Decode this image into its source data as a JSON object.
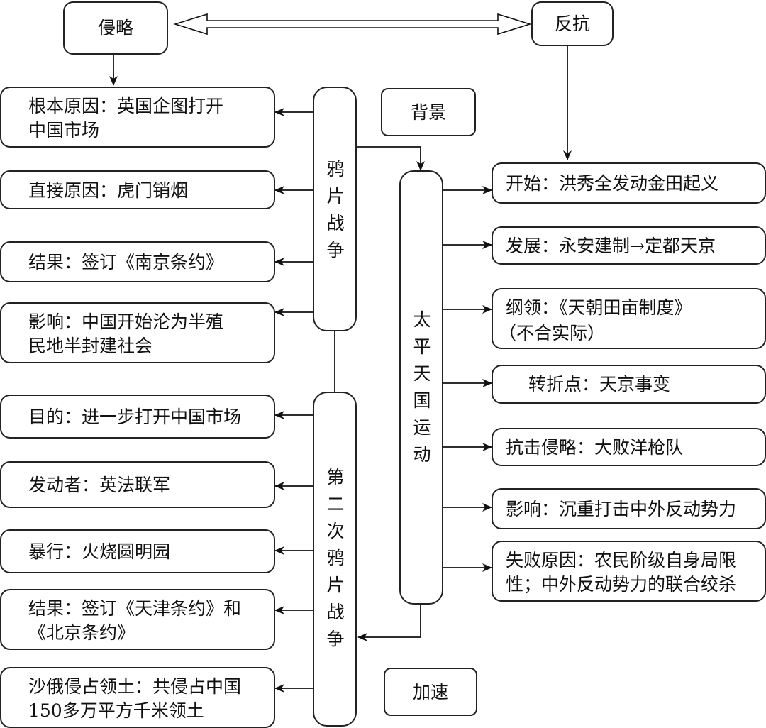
{
  "top": {
    "aggression": "侵略",
    "resistance": "反抗"
  },
  "labels": {
    "background": "背景",
    "accelerate": "加速"
  },
  "opium_war": {
    "title": "鸦片战争",
    "items": [
      {
        "line1": "根本原因：英国企图打开",
        "line2": "中国市场"
      },
      {
        "line1": "直接原因：虎门销烟",
        "line2": ""
      },
      {
        "line1": "结果：签订《南京条约》",
        "line2": ""
      },
      {
        "line1": "影响：中国开始沦为半殖",
        "line2": "民地半封建社会"
      }
    ]
  },
  "second_opium_war": {
    "title": "第二次鸦片战争",
    "items": [
      {
        "line1": "目的：进一步打开中国市场",
        "line2": ""
      },
      {
        "line1": "发动者：英法联军",
        "line2": ""
      },
      {
        "line1": "暴行：火烧圆明园",
        "line2": ""
      },
      {
        "line1": "结果：签订《天津条约》和",
        "line2": "《北京条约》"
      },
      {
        "line1": "沙俄侵占领土：共侵占中国",
        "line2": "150多万平方千米领土"
      }
    ]
  },
  "taiping": {
    "title": "太平天国运动",
    "items": [
      {
        "line1": "开始：洪秀全发动金田起义",
        "line2": ""
      },
      {
        "line1": "发展：永安建制→定都天京",
        "line2": ""
      },
      {
        "line1": "纲领：《天朝田亩制度》",
        "line2": "（不合实际）"
      },
      {
        "line1": "转折点：天京事变",
        "line2": ""
      },
      {
        "line1": "抗击侵略：大败洋枪队",
        "line2": ""
      },
      {
        "line1": "影响：沉重打击中外反动势力",
        "line2": ""
      },
      {
        "line1": "失败原因：农民阶级自身局限",
        "line2": "性；中外反动势力的联合绞杀"
      }
    ]
  }
}
